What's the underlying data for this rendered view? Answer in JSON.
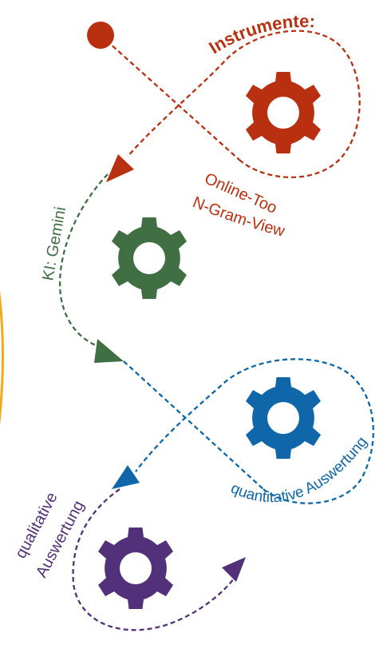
{
  "labels": {
    "instruments": "Instrumente:",
    "online_tool_line1": "Online-Tool:",
    "online_tool_line2": "N-Gram-Viewer",
    "ki_gemini": "KI: Gemini",
    "quantitative": "quantitative Auswertung",
    "qualitative_line1": "qualitative",
    "qualitative_line2": "Auswertung"
  },
  "colors": {
    "red": "#B83010",
    "green": "#3F6F42",
    "blue": "#0F66A8",
    "purple": "#52307A",
    "edge_accent": "#F2A81D"
  },
  "icons": [
    "gear-icon",
    "gear-icon",
    "gear-icon",
    "gear-icon"
  ]
}
